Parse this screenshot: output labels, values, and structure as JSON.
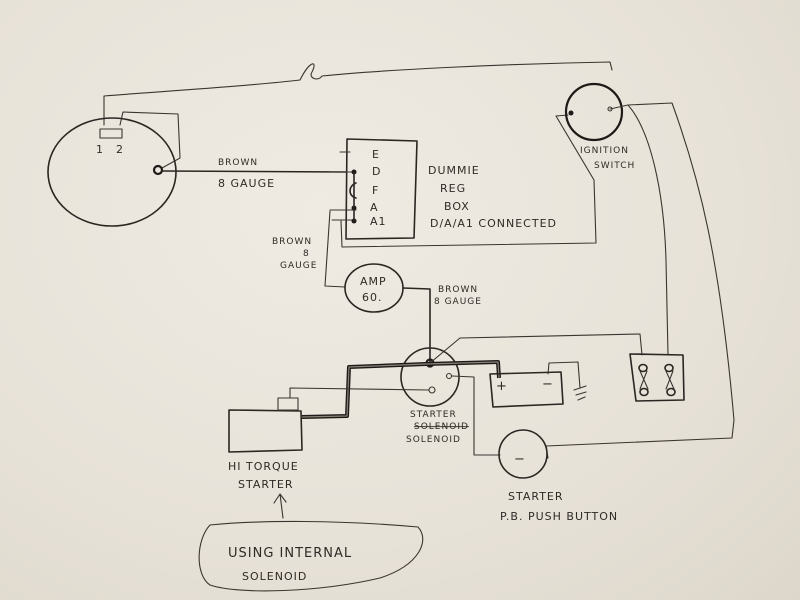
{
  "diagram": {
    "type": "hand-drawn wiring diagram",
    "components": {
      "generator": {
        "terminal_labels": [
          "1",
          "2"
        ],
        "wire_label_line1": "BROWN",
        "wire_label_line2": "8 GAUGE"
      },
      "regulator": {
        "terminals": [
          "E",
          "D",
          "F",
          "A",
          "A1"
        ],
        "title_line1": "DUMMIE",
        "title_line2": "REG",
        "title_line3": "BOX",
        "note": "D/A/A1 CONNECTED"
      },
      "ignition_switch": {
        "label_line1": "IGNITION",
        "label_line2": "SWITCH"
      },
      "ammeter": {
        "label_line1": "AMP",
        "label_line2": "60.",
        "left_wire_label": [
          "BROWN",
          "8",
          "GAUGE"
        ],
        "right_wire_label": [
          "BROWN",
          "8 GAUGE"
        ]
      },
      "starter_solenoid": {
        "label_line1": "STARTER",
        "label_line2_struck": "SOLENOID",
        "label_line3": "SOLENOID"
      },
      "battery": {
        "positive": "+",
        "negative": "−"
      },
      "starter_motor": {
        "label_line1": "HI TORQUE",
        "label_line2": "STARTER"
      },
      "push_button": {
        "symbol": "−",
        "label_line1": "STARTER",
        "label_line2": "P.B. PUSH BUTTON"
      },
      "callout": {
        "line1": "USING INTERNAL",
        "line2": "SOLENOID"
      }
    }
  }
}
